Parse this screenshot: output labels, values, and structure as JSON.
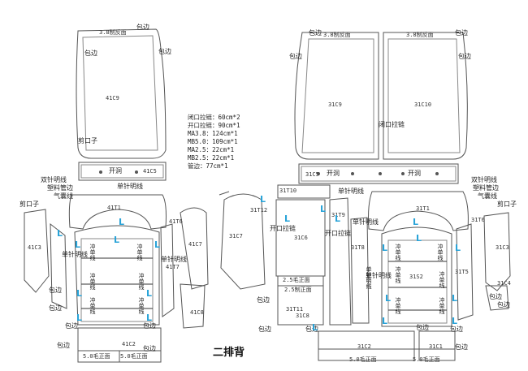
{
  "title": "二排背",
  "notes": [
    "闭口拉链：60cm*2",
    "开口拉链：90cm*1",
    "MA3.8：124cm*1",
    "MB5.0：109cm*1",
    "MA2.5：22cm*1",
    "MB2.5：22cm*1",
    "管边：77cm*1"
  ],
  "labels": [
    {
      "t": "3.8制反面",
      "c": "mono"
    },
    {
      "t": "包边"
    },
    {
      "t": "包边"
    },
    {
      "t": "包边"
    },
    {
      "t": "41C9",
      "c": "mono"
    },
    {
      "t": "剪口子"
    },
    {
      "t": "开洞"
    },
    {
      "t": "41C5",
      "c": "mono"
    },
    {
      "t": "单针明线"
    },
    {
      "t": "双针明线"
    },
    {
      "t": "塑料管边"
    },
    {
      "t": "气囊线"
    },
    {
      "t": "剪口子"
    },
    {
      "t": "41T1",
      "c": "mono"
    },
    {
      "t": "41T6",
      "c": "mono"
    },
    {
      "t": "41C7",
      "c": "mono"
    },
    {
      "t": "41C3",
      "c": "mono"
    },
    {
      "t": "41C8",
      "c": "mono"
    },
    {
      "t": "包边"
    },
    {
      "t": "包边"
    },
    {
      "t": "包边"
    },
    {
      "t": "包边"
    },
    {
      "t": "41T7",
      "c": "mono"
    },
    {
      "t": "单针明线"
    },
    {
      "t": "单针明线"
    },
    {
      "t": "41C2",
      "c": "mono"
    },
    {
      "t": "包边"
    },
    {
      "t": "包边"
    },
    {
      "t": "5.0毛正面",
      "c": "mono"
    },
    {
      "t": "5.0毛正面",
      "c": "mono"
    },
    {
      "t": "3.8制反面",
      "c": "mono"
    },
    {
      "t": "3.8制反面",
      "c": "mono"
    },
    {
      "t": "包边"
    },
    {
      "t": "包边"
    },
    {
      "t": "包边"
    },
    {
      "t": "包边"
    },
    {
      "t": "31C9",
      "c": "mono"
    },
    {
      "t": "31C10",
      "c": "mono"
    },
    {
      "t": "闭口拉链"
    },
    {
      "t": "31C5",
      "c": "mono"
    },
    {
      "t": "开洞"
    },
    {
      "t": "开洞"
    },
    {
      "t": "31T10",
      "c": "mono"
    },
    {
      "t": "31T12",
      "c": "mono"
    },
    {
      "t": "31C7",
      "c": "mono"
    },
    {
      "t": "31C6",
      "c": "mono"
    },
    {
      "t": "开口拉链"
    },
    {
      "t": "31T9",
      "c": "mono"
    },
    {
      "t": "开口拉链"
    },
    {
      "t": "31T8",
      "c": "mono"
    },
    {
      "t": "单针明线"
    },
    {
      "t": "31T1",
      "c": "mono"
    },
    {
      "t": "31T6",
      "c": "mono"
    },
    {
      "t": "31C3",
      "c": "mono"
    },
    {
      "t": "31C4",
      "c": "mono"
    },
    {
      "t": "31S2",
      "c": "mono"
    },
    {
      "t": "31T5",
      "c": "mono"
    },
    {
      "t": "31T11",
      "c": "mono"
    },
    {
      "t": "31C8",
      "c": "mono"
    },
    {
      "t": "2.5毛正面",
      "c": "mono"
    },
    {
      "t": "2.5制正面",
      "c": "mono"
    },
    {
      "t": "双针明线"
    },
    {
      "t": "塑料管边"
    },
    {
      "t": "气囊线"
    },
    {
      "t": "剪口子"
    },
    {
      "t": "包边"
    },
    {
      "t": "包边"
    },
    {
      "t": "包边"
    },
    {
      "t": "包边"
    },
    {
      "t": "包边"
    },
    {
      "t": "包边"
    },
    {
      "t": "31C2",
      "c": "mono"
    },
    {
      "t": "31C1",
      "c": "mono"
    },
    {
      "t": "5.0毛正面",
      "c": "mono"
    },
    {
      "t": "5.0毛正面",
      "c": "mono"
    },
    {
      "t": "单针明线"
    },
    {
      "t": "单针明线"
    },
    {
      "t": "包边"
    },
    {
      "t": "包边"
    }
  ],
  "markers": [
    "L",
    "L",
    "L",
    "L",
    "L",
    "L",
    "L",
    "L",
    "L",
    "L",
    "L",
    "L",
    "L",
    "L",
    "L",
    "L",
    "L",
    "L",
    "L",
    "L",
    "L",
    "L"
  ],
  "stitch_labels": [
    "冲单线",
    "冲单线",
    "冲单线",
    "冲单线",
    "冲单线",
    "冲单线",
    "冲单线",
    "冲单线",
    "冲单线",
    "冲单线",
    "冲单线",
    "冲单线",
    "单针明线"
  ]
}
